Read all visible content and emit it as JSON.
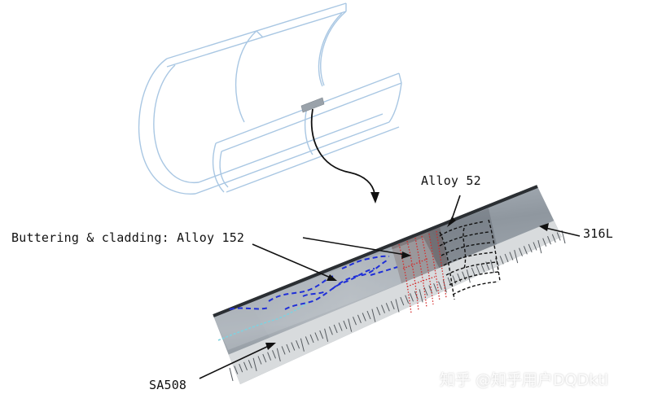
{
  "labels": {
    "alloy52": "Alloy 52",
    "buttering": "Buttering & cladding: Alloy 152",
    "steel_316l": "316L",
    "sa508": "SA508"
  },
  "watermark": "知乎 @知乎用户DQDktl",
  "colors": {
    "pipe_outline": "#a9c7e3",
    "buttering_line": "#1f2fd8",
    "alloy152_line": "#d42a2a",
    "alloy52_line": "#111111",
    "fusion_line": "#7fd2e0"
  }
}
